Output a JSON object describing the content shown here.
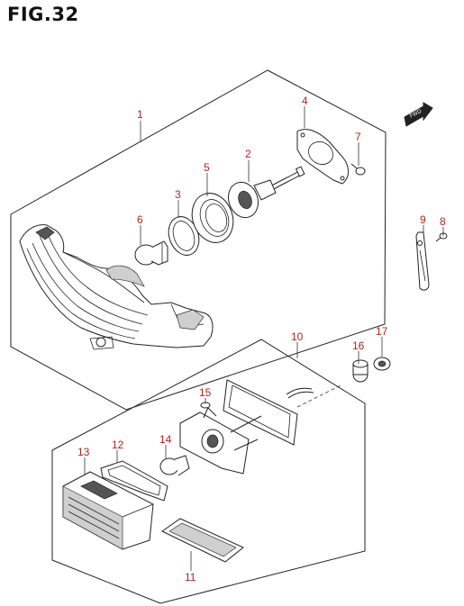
{
  "figure": {
    "title": "FIG.32"
  },
  "fwd_label": "FWD",
  "callouts": {
    "p1": "1",
    "p2": "2",
    "p3": "3",
    "p4": "4",
    "p5": "5",
    "p6": "6",
    "p7": "7",
    "p8": "8",
    "p9": "9",
    "p10": "10",
    "p11": "11",
    "p12": "12",
    "p13": "13",
    "p14": "14",
    "p15": "15",
    "p16": "16",
    "p17": "17"
  }
}
